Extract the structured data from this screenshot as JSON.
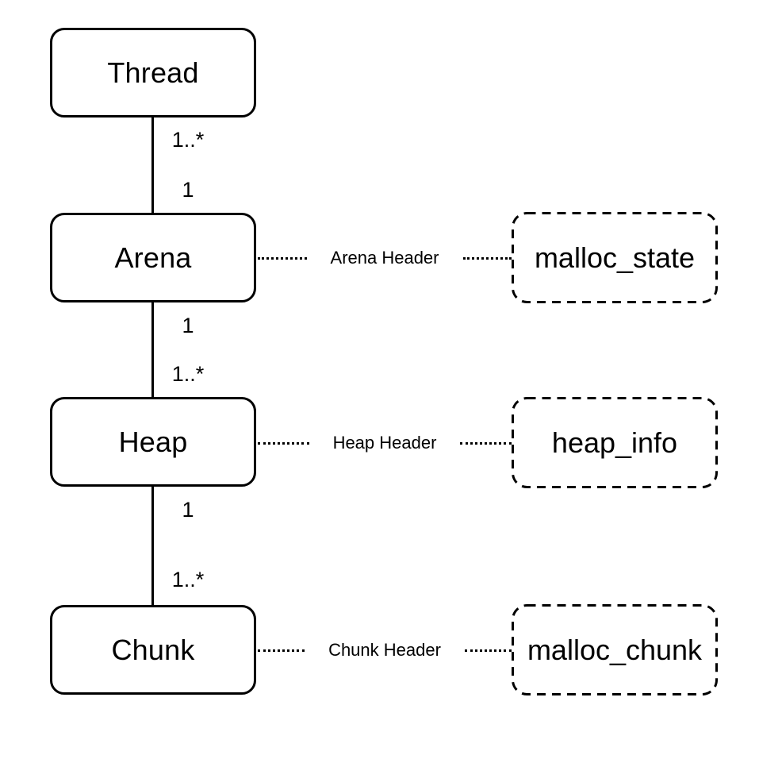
{
  "diagram": {
    "colors": {
      "background": "#ffffff",
      "stroke": "#000000",
      "text": "#000000"
    },
    "nodes": [
      {
        "id": "thread",
        "label": "Thread"
      },
      {
        "id": "arena",
        "label": "Arena"
      },
      {
        "id": "heap",
        "label": "Heap"
      },
      {
        "id": "chunk",
        "label": "Chunk"
      }
    ],
    "edges": [
      {
        "from": "Thread",
        "to": "Arena",
        "label_near_top": "1..*",
        "label_near_bottom": "1"
      },
      {
        "from": "Arena",
        "to": "Heap",
        "label_near_top": "1",
        "label_near_bottom": "1..*"
      },
      {
        "from": "Heap",
        "to": "Chunk",
        "label_near_top": "1",
        "label_near_bottom": "1..*"
      }
    ],
    "structs": [
      {
        "id": "malloc_state",
        "label": "malloc_state"
      },
      {
        "id": "heap_info",
        "label": "heap_info"
      },
      {
        "id": "malloc_chunk",
        "label": "malloc_chunk"
      }
    ],
    "header_links": [
      {
        "from": "Arena",
        "to": "malloc_state",
        "label": "Arena Header"
      },
      {
        "from": "Heap",
        "to": "heap_info",
        "label": "Heap Header"
      },
      {
        "from": "Chunk",
        "to": "malloc_chunk",
        "label": "Chunk Header"
      }
    ]
  }
}
